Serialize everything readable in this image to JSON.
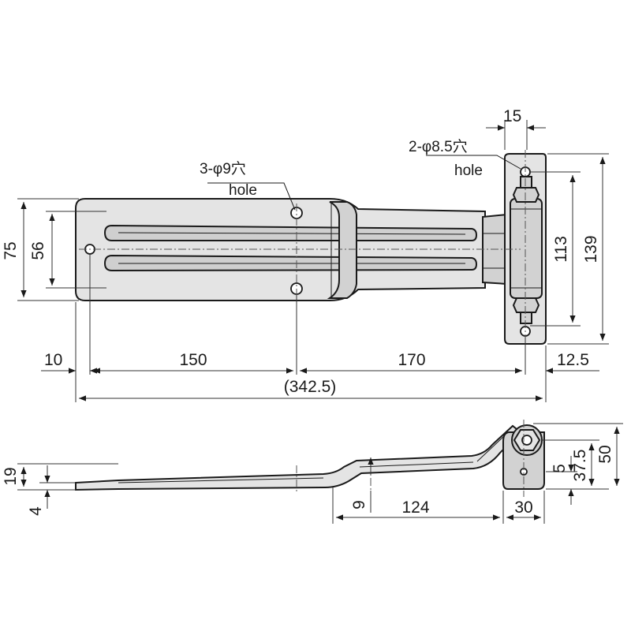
{
  "top_view": {
    "hole_note_main": {
      "count": "3-",
      "symbol": "φ",
      "size": "9穴",
      "english": "hole"
    },
    "hole_note_hinge": {
      "count": "2-",
      "symbol": "φ",
      "size": "8.5穴",
      "english": "hole"
    },
    "dims": {
      "width_15": "15",
      "height_75": "75",
      "height_56": "56",
      "height_113": "113",
      "height_139": "139",
      "len_10": "10",
      "len_150": "150",
      "len_170": "170",
      "len_12_5": "12.5",
      "total": "(342.5)"
    }
  },
  "side_view": {
    "dims": {
      "h_19": "19",
      "h_4": "4",
      "h_9": "9",
      "len_124": "124",
      "len_30": "30",
      "h_5": "5",
      "h_37_5": "37.5",
      "h_50": "50"
    }
  }
}
